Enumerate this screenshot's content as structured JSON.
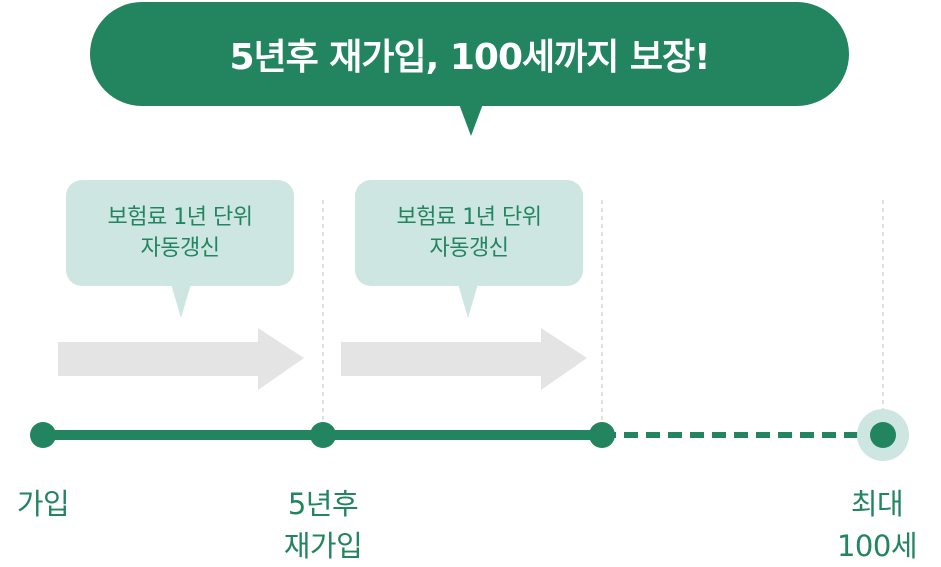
{
  "headline": "5년후 재가입, 100세까지 보장!",
  "notes": [
    {
      "line1": "보험료 1년 단위",
      "line2": "자동갱신"
    },
    {
      "line1": "보험료 1년 단위",
      "line2": "자동갱신"
    }
  ],
  "labels": {
    "start": "가입",
    "renew_line1": "5년후",
    "renew_line2": "재가입",
    "max_line1": "최대",
    "max_line2": "100세"
  },
  "colors": {
    "primary_green": "#22855f",
    "mint": "#cde6e1",
    "arrow_gray": "#e4e4e4",
    "divider": "#d7d7d7"
  }
}
